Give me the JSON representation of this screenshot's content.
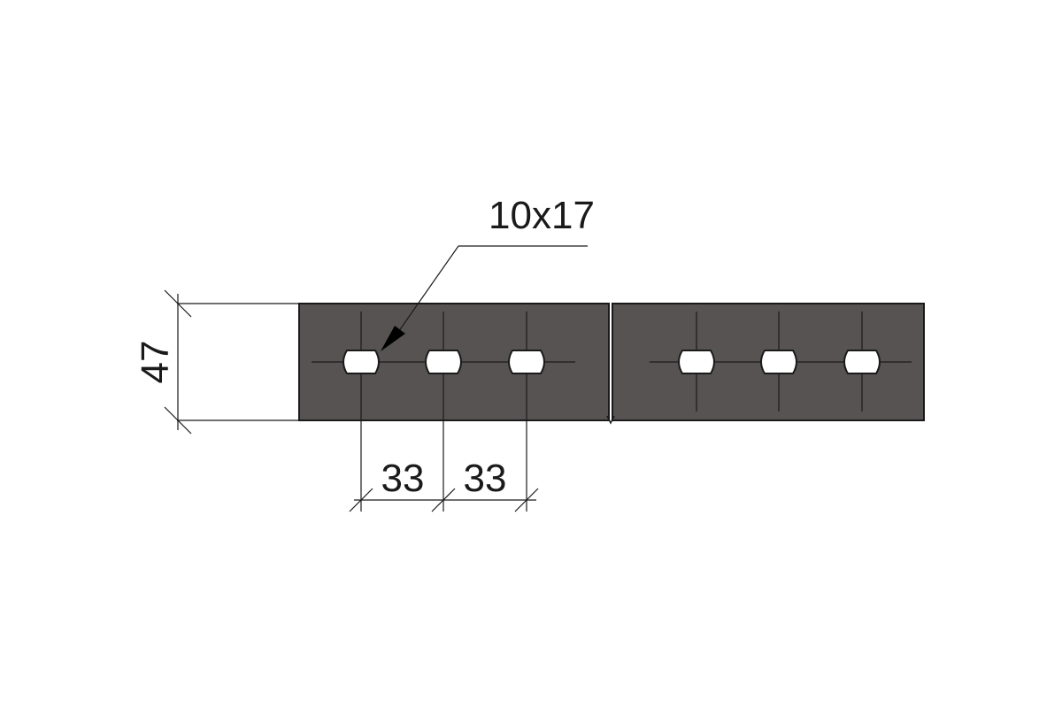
{
  "dimensions": {
    "slot_size": "10x17",
    "height": "47",
    "pitch_1": "33",
    "pitch_2": "33"
  },
  "colors": {
    "plate_fill": "#585353",
    "outline": "#1a1a1a",
    "hole_fill": "#ffffff"
  }
}
